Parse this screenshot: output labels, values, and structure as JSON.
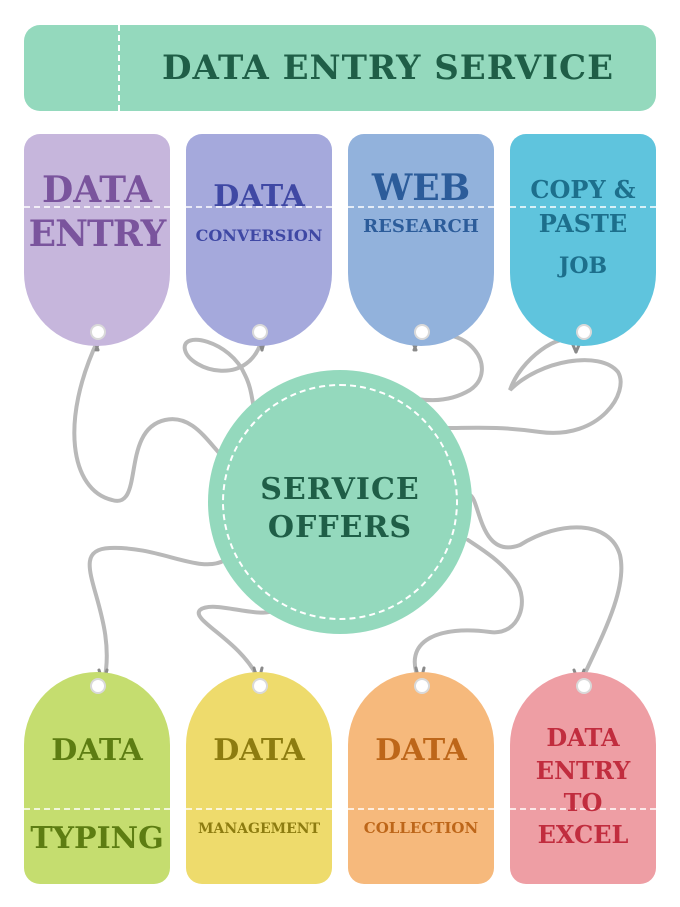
{
  "banner": {
    "title": "DATA ENTRY SERVICE"
  },
  "center": {
    "line1": "SERVICE",
    "line2": "OFFERS"
  },
  "top_tags": [
    {
      "lines": [
        "DATA",
        "ENTRY"
      ],
      "color": "#c6b6dc",
      "text_color": "#7a549d"
    },
    {
      "lines": [
        "DATA",
        "CONVERSION"
      ],
      "color": "#a5a9dc",
      "text_color": "#3f48a4"
    },
    {
      "lines": [
        "WEB",
        "RESEARCH"
      ],
      "color": "#92b2dc",
      "text_color": "#2c5c9a"
    },
    {
      "lines": [
        "COPY &",
        "PASTE",
        "JOB"
      ],
      "color": "#5fc4dd",
      "text_color": "#1d6f8c"
    }
  ],
  "bottom_tags": [
    {
      "lines": [
        "DATA",
        "TYPING"
      ],
      "color": "#c5dd6f",
      "text_color": "#5d7d12"
    },
    {
      "lines": [
        "DATA",
        "MANAGEMENT"
      ],
      "color": "#eedb6c",
      "text_color": "#8d7c10"
    },
    {
      "lines": [
        "DATA",
        "COLLECTION"
      ],
      "color": "#f6b97c",
      "text_color": "#bd6619"
    },
    {
      "lines": [
        "DATA",
        "ENTRY",
        "TO",
        "EXCEL"
      ],
      "color": "#ee9ea4",
      "text_color": "#c12d3e"
    }
  ],
  "colors": {
    "banner": "#94d9bd",
    "banner_text": "#1f5e47",
    "string": "#b9b9b9"
  }
}
